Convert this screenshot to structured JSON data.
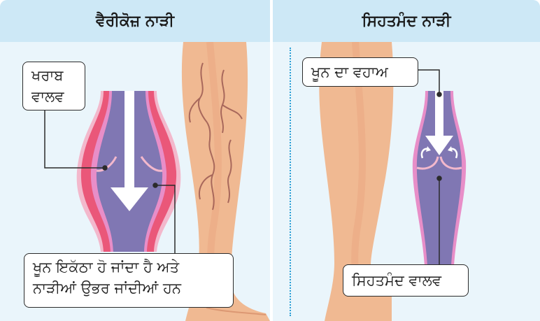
{
  "headers": {
    "varicose": "ਵੈਰੀਕੋਜ਼ ਨਾੜੀ",
    "healthy": "ਸਿਹਤਮੰਦ ਨਾੜੀ"
  },
  "labels": {
    "faulty_valve": [
      "ਖਰਾਬ",
      "ਵਾਲਵ"
    ],
    "pooling": [
      "ਖੂਨ ਇਕੱਠਾ ਹੋ ਜਾਂਦਾ ਹੈ ਅਤੇ",
      "ਨਾੜੀਆਂ ਉਭਰ ਜਾਂਦੀਆਂ ਹਨ"
    ],
    "blood_flow": "ਖੂਨ ਦਾ ਵਹਾਅ",
    "healthy_valve": "ਸਿਹਤਮੰਦ ਵਾਲਵ"
  },
  "colors": {
    "header_bg": "#cde8f6",
    "panel_bg": "#eaf5fb",
    "vein_fill": "#8077b3",
    "vein_wall": "#e88ec8",
    "inflamed": "#e8456a",
    "skin": "#f4c09a",
    "divider": "#2a9fd6"
  }
}
